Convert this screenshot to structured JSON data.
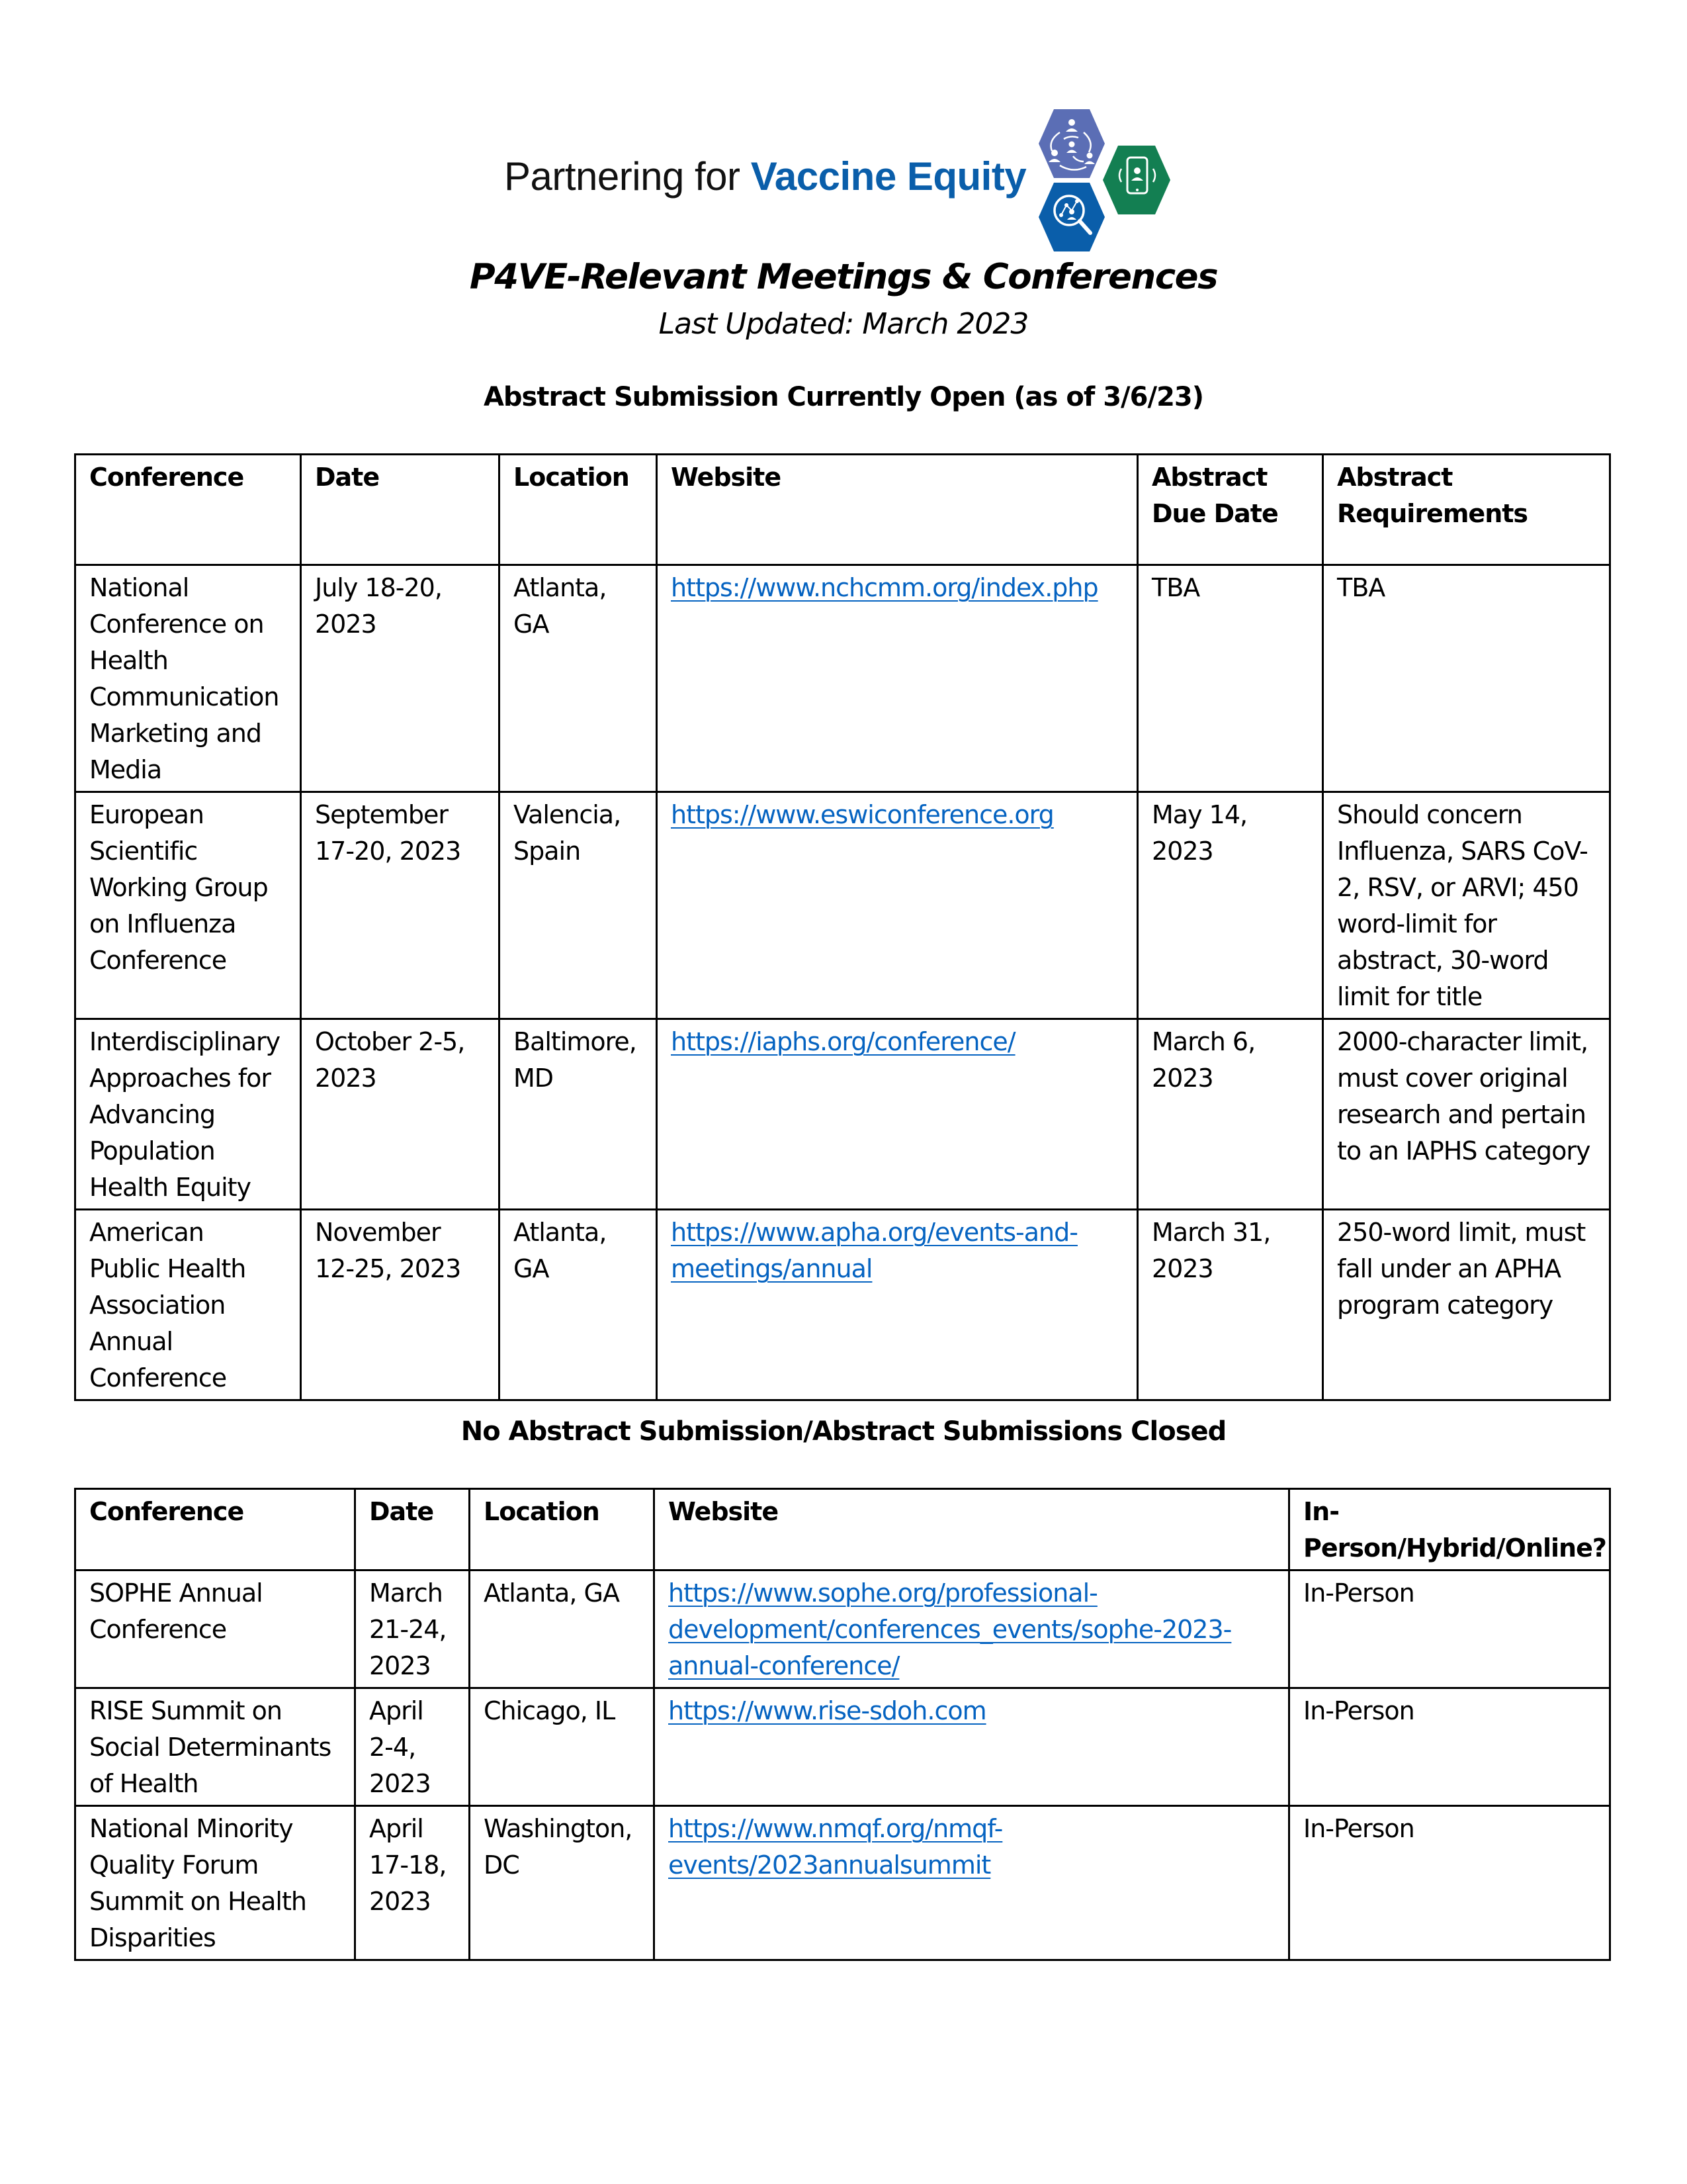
{
  "logo": {
    "text_plain": "Partnering for ",
    "text_brand": "Vaccine Equity",
    "brand_color": "#0A5EAA",
    "icons": [
      {
        "name": "community-network-icon",
        "color": "#5B6EB5"
      },
      {
        "name": "mobile-phone-person-icon",
        "color": "#137F52"
      },
      {
        "name": "magnifier-data-icon",
        "color": "#0A5EAA"
      }
    ]
  },
  "header": {
    "title": "P4VE-Relevant Meetings & Conferences",
    "subtitle": "Last Updated: March 2023"
  },
  "open_section": {
    "heading": "Abstract Submission Currently Open (as of 3/6/23)",
    "columns": [
      "Conference",
      "Date",
      "Location",
      "Website",
      "Abstract Due Date",
      "Abstract Requirements"
    ],
    "column_lines": {
      "due": [
        "Abstract",
        "Due Date"
      ],
      "req": [
        "Abstract",
        "Requirements"
      ]
    },
    "rows": [
      {
        "conference": [
          "National",
          "Conference on",
          "Health",
          "Communication",
          "Marketing and",
          "Media"
        ],
        "date": [
          "July 18-20,",
          "2023"
        ],
        "location": [
          "Atlanta,",
          "GA"
        ],
        "website": [
          "https://www.nchcmm.org/index.php"
        ],
        "due": [
          "TBA"
        ],
        "requirements": [
          "TBA"
        ]
      },
      {
        "conference": [
          "European",
          "Scientific",
          "Working Group",
          "on Influenza",
          "Conference"
        ],
        "date": [
          "September",
          "17-20, 2023"
        ],
        "location": [
          "Valencia,",
          "Spain"
        ],
        "website": [
          "https://www.eswiconference.org"
        ],
        "due": [
          "May 14,",
          "2023"
        ],
        "requirements": [
          "Should concern",
          "Influenza, SARS CoV-",
          "2, RSV, or ARVI; 450",
          "word-limit for",
          "abstract, 30-word",
          "limit for title"
        ]
      },
      {
        "conference": [
          "Interdisciplinary",
          "Approaches for",
          "Advancing",
          "Population",
          "Health Equity"
        ],
        "date": [
          "October 2-5,",
          "2023"
        ],
        "location": [
          "Baltimore,",
          "MD"
        ],
        "website": [
          "https://iaphs.org/conference/"
        ],
        "due": [
          "March 6,",
          "2023"
        ],
        "requirements": [
          "2000-character limit,",
          "must cover original",
          "research and pertain",
          "to an IAPHS category"
        ]
      },
      {
        "conference": [
          "American",
          "Public Health",
          "Association",
          "Annual",
          "Conference"
        ],
        "date": [
          "November",
          "12-25, 2023"
        ],
        "location": [
          "Atlanta,",
          "GA"
        ],
        "website": [
          "https://www.apha.org/events-and-",
          "meetings/annual"
        ],
        "due": [
          "March 31,",
          "2023"
        ],
        "requirements": [
          "250-word limit, must",
          "fall under an APHA",
          "program category"
        ]
      }
    ]
  },
  "closed_section": {
    "heading": "No Abstract Submission/Abstract Submissions Closed",
    "columns": [
      "Conference",
      "Date",
      "Location",
      "Website",
      "In-Person/Hybrid/Online?"
    ],
    "column_lines": {
      "format": [
        "In-",
        "Person/Hybrid/Online?"
      ]
    },
    "rows": [
      {
        "conference": [
          "SOPHE Annual",
          "Conference"
        ],
        "date": [
          "March",
          "21-24,",
          "2023"
        ],
        "location": [
          "Atlanta, GA"
        ],
        "website": [
          "https://www.sophe.org/professional-",
          "development/conferences_events/sophe-2023-",
          "annual-conference/"
        ],
        "format": [
          "In-Person"
        ]
      },
      {
        "conference": [
          "RISE Summit on",
          "Social Determinants",
          "of Health"
        ],
        "date": [
          "April",
          "2-4,",
          "2023"
        ],
        "location": [
          "Chicago, IL"
        ],
        "website": [
          "https://www.rise-sdoh.com"
        ],
        "format": [
          "In-Person"
        ]
      },
      {
        "conference": [
          "National Minority",
          "Quality Forum",
          "Summit on Health",
          "Disparities"
        ],
        "date": [
          "April",
          "17-18,",
          "2023"
        ],
        "location": [
          "Washington,",
          "DC"
        ],
        "website": [
          "https://www.nmqf.org/nmqf-",
          "events/2023annualsummit"
        ],
        "format": [
          "In-Person"
        ]
      }
    ]
  }
}
